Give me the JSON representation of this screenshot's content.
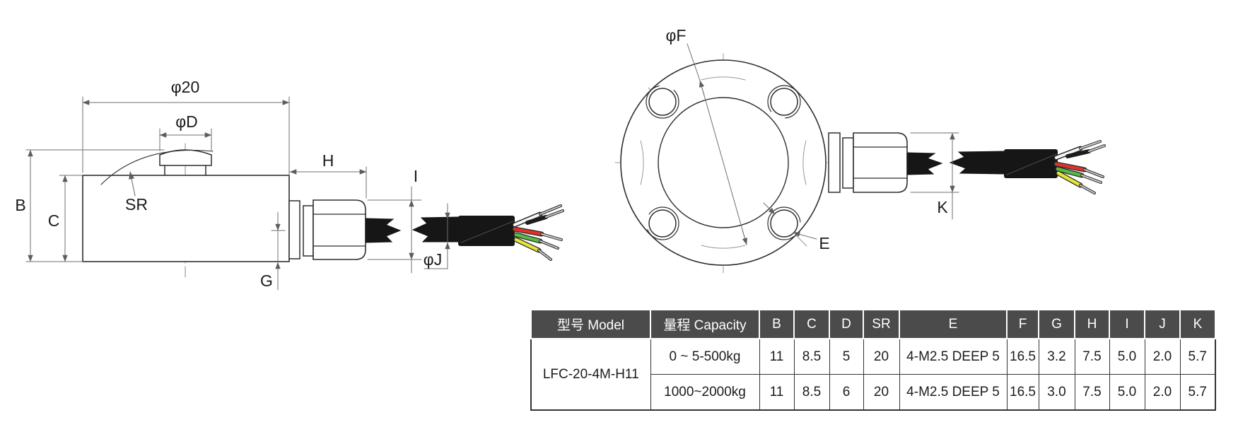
{
  "drawing": {
    "side_view": {
      "labels": {
        "dia20": "φ20",
        "diaD": "φD",
        "B": "B",
        "C": "C",
        "SR": "SR",
        "H": "H",
        "I": "I",
        "G": "G",
        "diaJ": "φJ"
      }
    },
    "front_view": {
      "labels": {
        "diaF": "φF",
        "E": "E",
        "K": "K"
      }
    },
    "wire_colors": [
      "white",
      "black",
      "red",
      "green",
      "yellow"
    ]
  },
  "table": {
    "headers": [
      "型号 Model",
      "量程 Capacity",
      "B",
      "C",
      "D",
      "SR",
      "E",
      "F",
      "G",
      "H",
      "I",
      "J",
      "K"
    ],
    "model": "LFC-20-4M-H11",
    "rows": [
      {
        "capacity": "0 ~ 5-500kg",
        "B": "11",
        "C": "8.5",
        "D": "5",
        "SR": "20",
        "E": "4-M2.5 DEEP 5",
        "F": "16.5",
        "G": "3.2",
        "H": "7.5",
        "I": "5.0",
        "J": "2.0",
        "K": "5.7"
      },
      {
        "capacity": "1000~2000kg",
        "B": "11",
        "C": "8.5",
        "D": "6",
        "SR": "20",
        "E": "4-M2.5 DEEP 5",
        "F": "16.5",
        "G": "3.0",
        "H": "7.5",
        "I": "5.0",
        "J": "2.0",
        "K": "5.7"
      }
    ]
  },
  "colors": {
    "outline": "#2e2e2e",
    "dimension": "#6f6f6f",
    "header_bg": "#4b4b4b",
    "cable": "#161616",
    "wire_red": "#e03127",
    "wire_green": "#58b947",
    "wire_yellow": "#e8e337"
  }
}
